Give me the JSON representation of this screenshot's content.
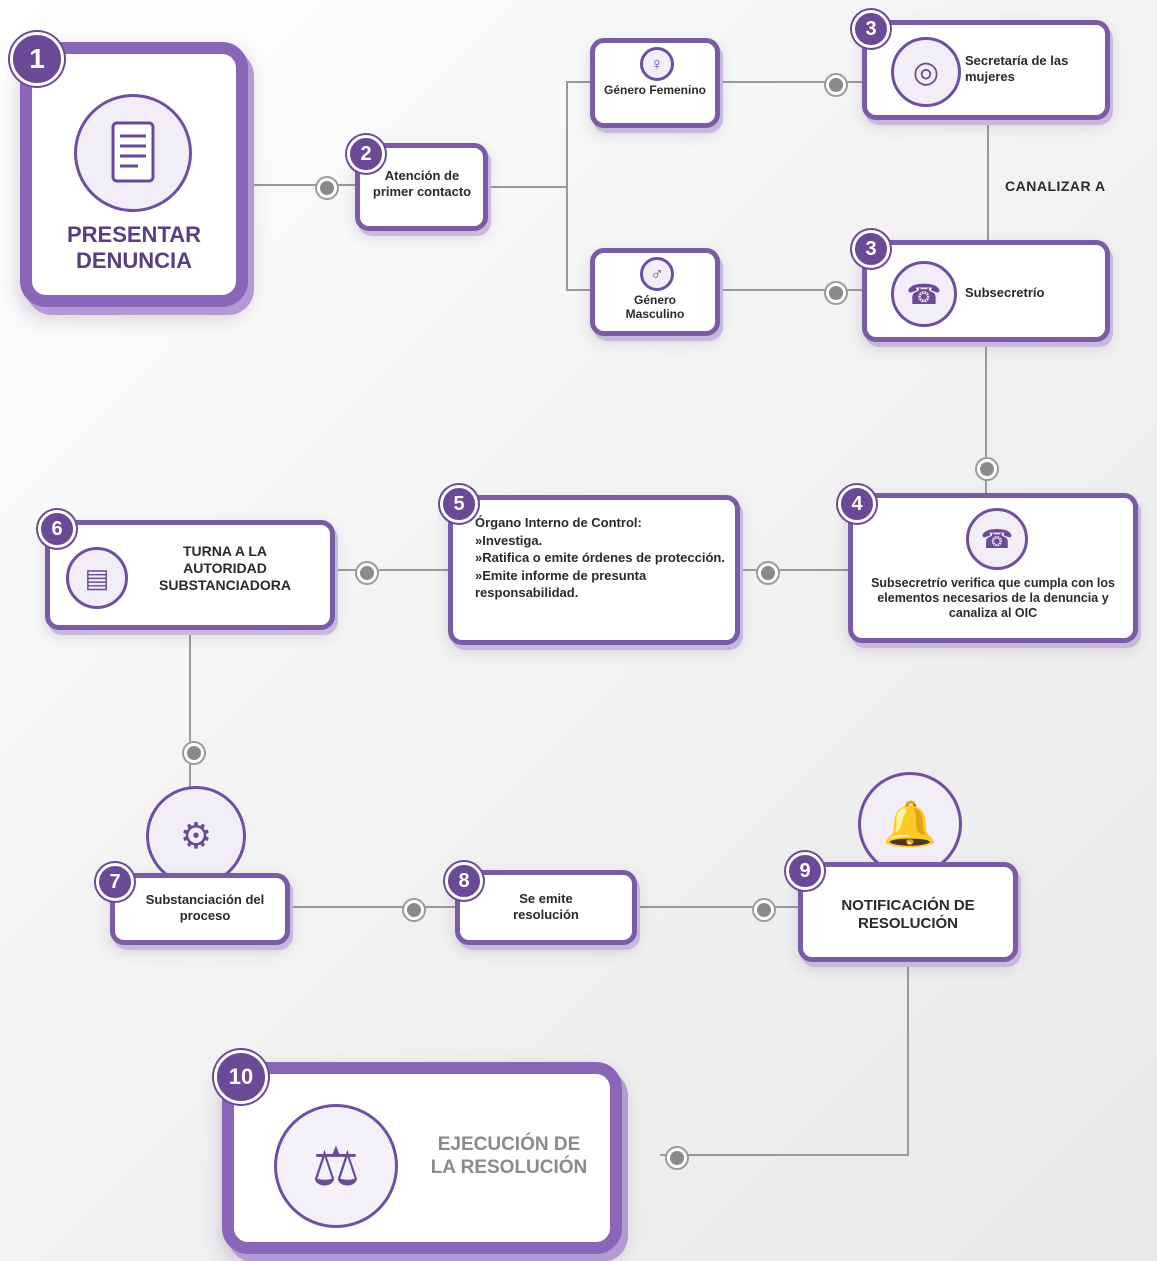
{
  "steps": {
    "s1": {
      "num": "1",
      "label_line1": "PRESENTAR",
      "label_line2": "DENUNCIA"
    },
    "s2": {
      "num": "2",
      "label": "Atención de primer contacto"
    },
    "fem": {
      "label": "Género Femenino"
    },
    "masc": {
      "label": "Género Masculino"
    },
    "s3a": {
      "num": "3",
      "label": "Secretaría de las mujeres"
    },
    "s3b": {
      "num": "3",
      "label": "Subsecretrío"
    },
    "canalizar": "CANALIZAR A",
    "s4": {
      "num": "4",
      "label": "Subsecretrío verifica que cumpla con los elementos necesarios de la denuncia y canaliza al OIC"
    },
    "s5": {
      "num": "5",
      "title": "Órgano Interno de Control:",
      "items": [
        "»Investiga.",
        "»Ratifica o emite órdenes de protección.",
        "»Emite informe de presunta responsabilidad."
      ]
    },
    "s6": {
      "num": "6",
      "label": "TURNA A LA AUTORIDAD SUBSTANCIADORA"
    },
    "s7": {
      "num": "7",
      "label": "Substanciación del proceso"
    },
    "s8": {
      "num": "8",
      "label": "Se emite resolución"
    },
    "s9": {
      "num": "9",
      "label": "NOTIFICACIÓN DE RESOLUCIÓN"
    },
    "s10": {
      "num": "10",
      "label_line1": "EJECUCIÓN DE",
      "label_line2": "LA RESOLUCIÓN"
    }
  },
  "icons": [
    "document-icon",
    "female-icon",
    "male-icon",
    "globe-icon",
    "office-icon",
    "folder-icon",
    "process-icon",
    "bell-icon",
    "gavel-icon"
  ],
  "colors": {
    "accent": "#7b5aa6",
    "dark": "#6a4a96",
    "line": "#8f8f8f"
  }
}
